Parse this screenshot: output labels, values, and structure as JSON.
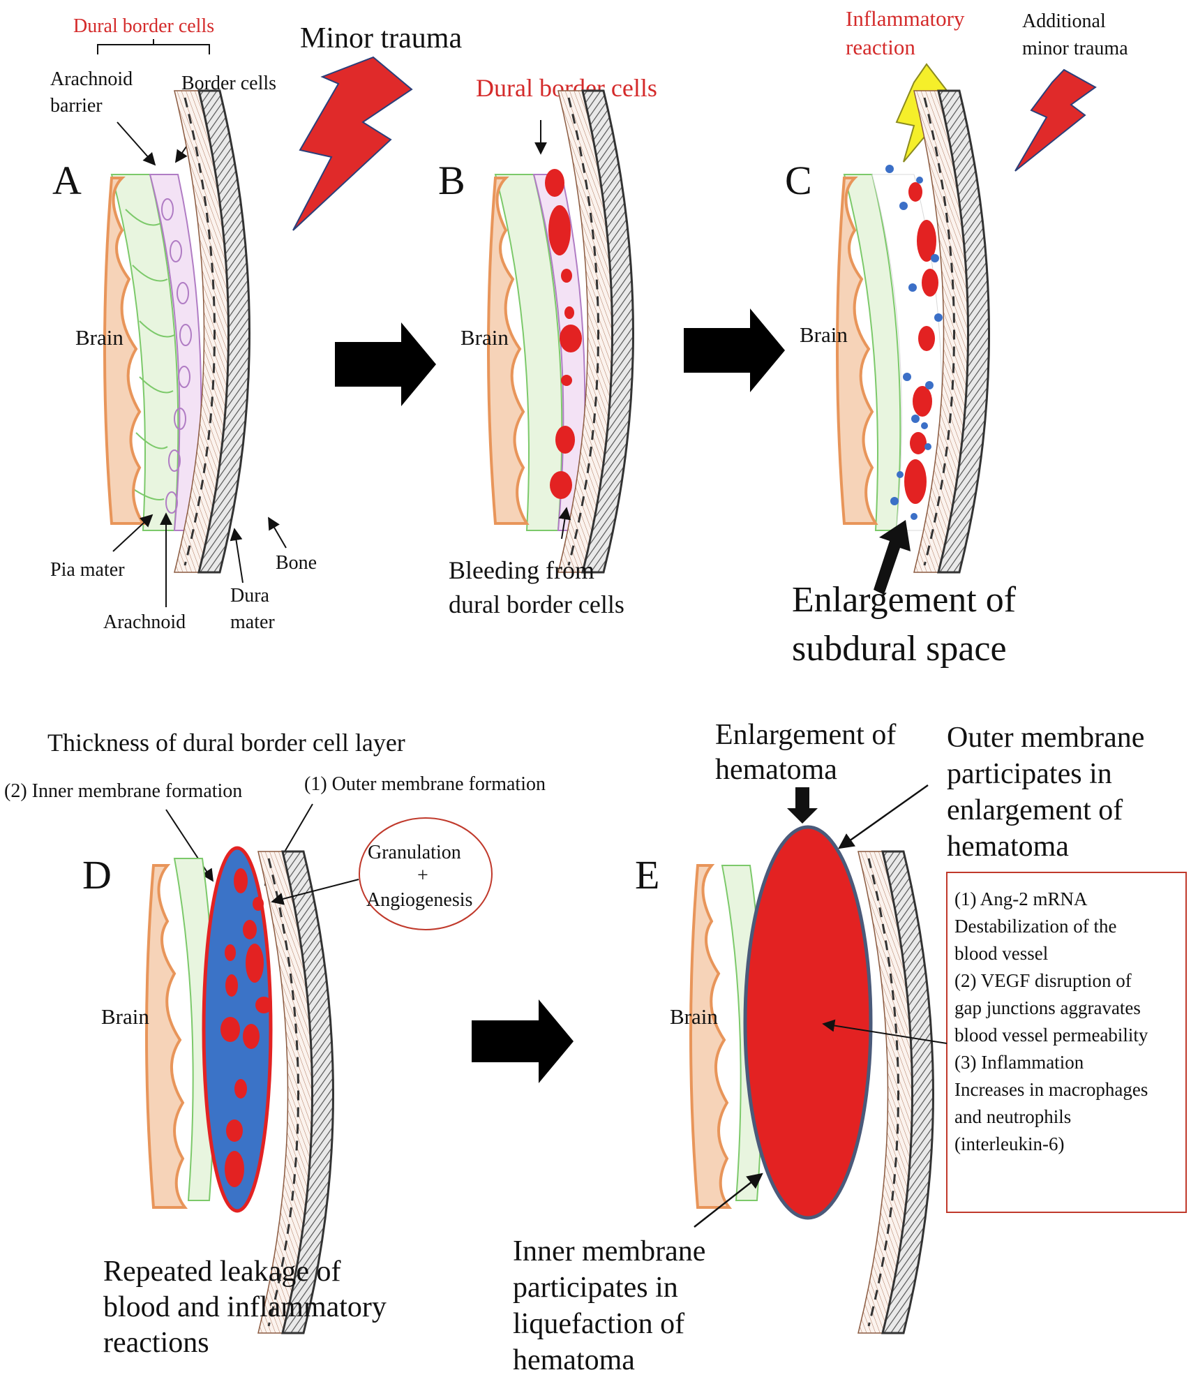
{
  "panels": {
    "A": {
      "letter": "A",
      "dural_border_cells": "Dural border cells",
      "arachnoid_barrier_1": "Arachnoid",
      "arachnoid_barrier_2": "barrier",
      "border_cells": "Border cells",
      "minor_trauma": "Minor trauma",
      "brain": "Brain",
      "pia_mater": "Pia mater",
      "arachnoid": "Arachnoid",
      "dura_mater_1": "Dura",
      "dura_mater_2": "mater",
      "bone": "Bone"
    },
    "B": {
      "letter": "B",
      "dural_border_cells": "Dural border cells",
      "brain": "Brain",
      "bleeding_1": "Bleeding from",
      "bleeding_2": "dural border cells"
    },
    "C": {
      "letter": "C",
      "inflammatory_1": "Inflammatory",
      "inflammatory_2": "reaction",
      "additional_1": "Additional",
      "additional_2": "minor trauma",
      "brain": "Brain",
      "enlargement_1": "Enlargement of",
      "enlargement_2": "subdural space"
    },
    "D": {
      "letter": "D",
      "thickness": "Thickness of dural border cell layer",
      "inner_membrane": "(2) Inner membrane formation",
      "outer_membrane": "(1) Outer membrane formation",
      "granulation": "Granulation",
      "plus": "+",
      "angiogenesis": "Angiogenesis",
      "brain": "Brain",
      "repeated_1": "Repeated leakage of",
      "repeated_2": "blood and inflammatory",
      "repeated_3": "reactions"
    },
    "E": {
      "letter": "E",
      "enlargement_1": "Enlargement of",
      "enlargement_2": "hematoma",
      "outer_1": "Outer membrane",
      "outer_2": "participates in",
      "outer_3": "enlargement of",
      "outer_4": "hematoma",
      "brain": "Brain",
      "inner_1": "Inner membrane",
      "inner_2": "participates in",
      "inner_3": "liquefaction of",
      "inner_4": "hematoma",
      "info_lines": [
        "(1) Ang-2 mRNA",
        "Destabilization of the",
        "blood vessel",
        "(2) VEGF disruption of",
        "gap junctions aggravates",
        "blood vessel permeability",
        "(3) Inflammation",
        "Increases in macrophages",
        "and neutrophils",
        "(interleukin-6)"
      ]
    }
  },
  "colors": {
    "red_text": "#d42a2a",
    "trauma_red": "#e02a2a",
    "lightning_yellow": "#f5ef2a",
    "blood_red": "#e32222",
    "membrane_blue": "#3b73c7",
    "brain_orange": "#e8955a",
    "arachnoid_green": "#7cc96a",
    "bone_gray": "#6f6f6f"
  }
}
